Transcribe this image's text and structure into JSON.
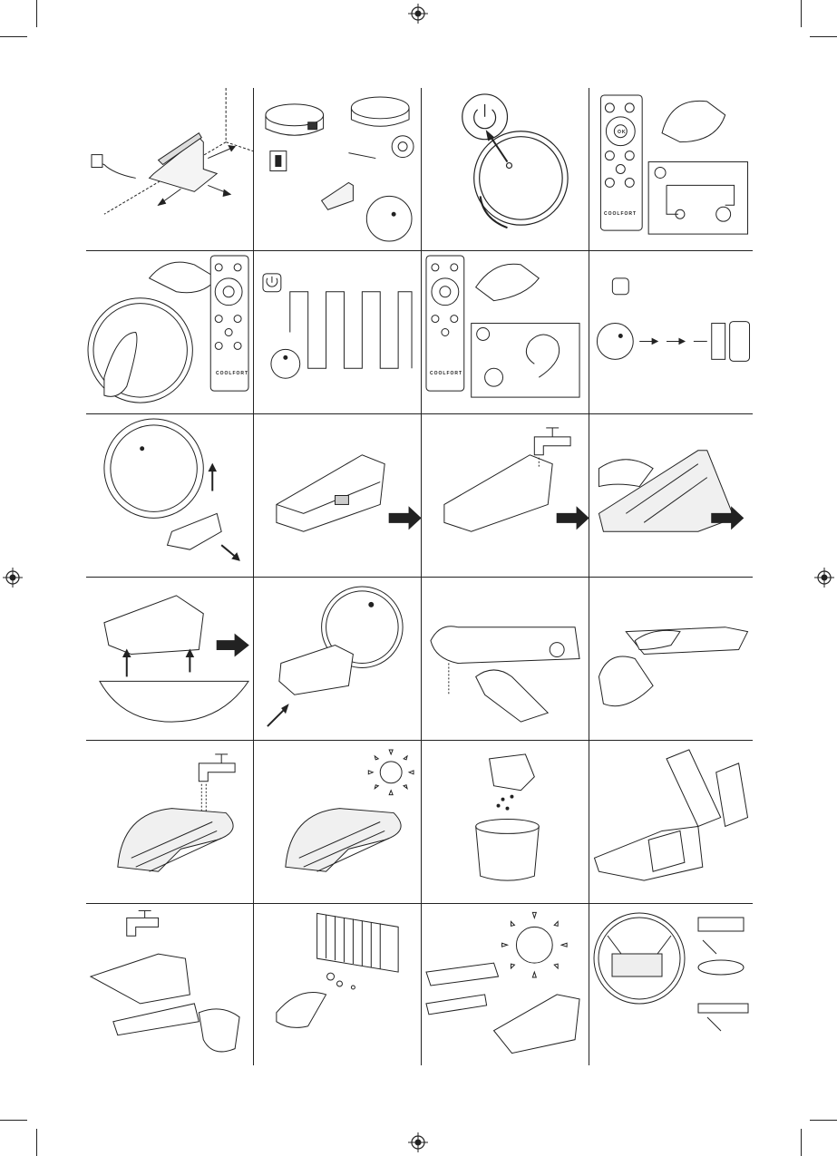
{
  "document": {
    "title": "Illustrated instruction sheet",
    "brand_label": "COOLFORT",
    "ok_label": "OK"
  },
  "panels": [
    {
      "id": 1,
      "icon": "docking-station-placement"
    },
    {
      "id": 2,
      "icon": "power-switch-and-charging"
    },
    {
      "id": 3,
      "icon": "power-button-press"
    },
    {
      "id": 4,
      "icon": "remote-return-to-dock"
    },
    {
      "id": 5,
      "icon": "start-cleaning"
    },
    {
      "id": 6,
      "icon": "zigzag-cleaning-path"
    },
    {
      "id": 7,
      "icon": "spot-spiral-cleaning"
    },
    {
      "id": 8,
      "icon": "edge-cleaning"
    },
    {
      "id": 9,
      "icon": "remove-water-tank"
    },
    {
      "id": 10,
      "icon": "water-tank"
    },
    {
      "id": 11,
      "icon": "fill-water-tank"
    },
    {
      "id": 12,
      "icon": "attach-mop-cloth"
    },
    {
      "id": 13,
      "icon": "mount-mop-bracket"
    },
    {
      "id": 14,
      "icon": "insert-water-tank"
    },
    {
      "id": 15,
      "icon": "unplug-water-tank"
    },
    {
      "id": 16,
      "icon": "wipe-water-tank"
    },
    {
      "id": 17,
      "icon": "rinse-mop-cloth"
    },
    {
      "id": 18,
      "icon": "dry-mop-cloth-sun"
    },
    {
      "id": 19,
      "icon": "empty-dustbin"
    },
    {
      "id": 20,
      "icon": "open-filter"
    },
    {
      "id": 21,
      "icon": "wash-filter"
    },
    {
      "id": 22,
      "icon": "tap-filter-clean"
    },
    {
      "id": 23,
      "icon": "dry-filter-sun"
    },
    {
      "id": 24,
      "icon": "clean-brushes"
    }
  ]
}
